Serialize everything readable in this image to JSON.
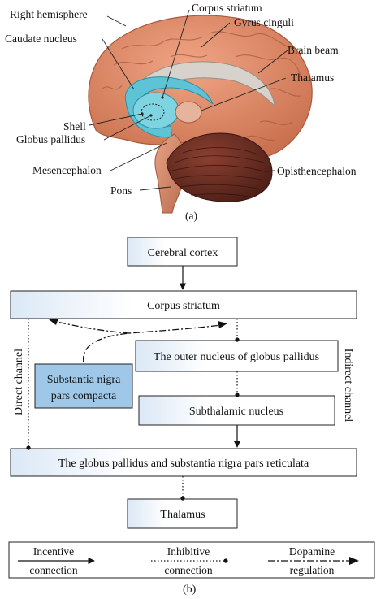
{
  "panel_a": {
    "labels": {
      "right_hemisphere": "Right hemisphere",
      "corpus_striatum": "Corpus striatum",
      "gyrus_cinguli": "Gyrus cinguli",
      "caudate_nucleus": "Caudate nucleus",
      "brain_beam": "Brain beam",
      "thalamus": "Thalamus",
      "shell": "Shell",
      "globus_pallidus": "Globus pallidus",
      "mesencephalon": "Mesencephalon",
      "opisthencephalon": "Opisthencephalon",
      "pons": "Pons"
    },
    "caption": "(a)"
  },
  "panel_b": {
    "boxes": {
      "cerebral_cortex": "Cerebral cortex",
      "corpus_striatum": "Corpus striatum",
      "outer_nucleus": "The outer nucleus of globus pallidus",
      "substantia_nigra_line1": "Substantia nigra",
      "substantia_nigra_line2": "pars compacta",
      "subthalamic": "Subthalamic nucleus",
      "gp_snr": "The globus pallidus and substantia nigra pars reticulata",
      "thalamus": "Thalamus"
    },
    "side_labels": {
      "direct": "Direct channel",
      "indirect": "Indirect channel"
    },
    "legend": {
      "incentive_line1": "Incentive",
      "incentive_line2": "connection",
      "inhibitive_line1": "Inhibitive",
      "inhibitive_line2": "connection",
      "dopamine_line1": "Dopamine",
      "dopamine_line2": "regulation"
    },
    "caption": "(b)"
  },
  "colors": {
    "brain_cortex": "#d98a6a",
    "cerebellum": "#6b2e22",
    "striatum": "#5fc3d6",
    "box_gradient_start": "#dbe8f6",
    "substantia_nigra_fill": "#9fc8e8"
  }
}
